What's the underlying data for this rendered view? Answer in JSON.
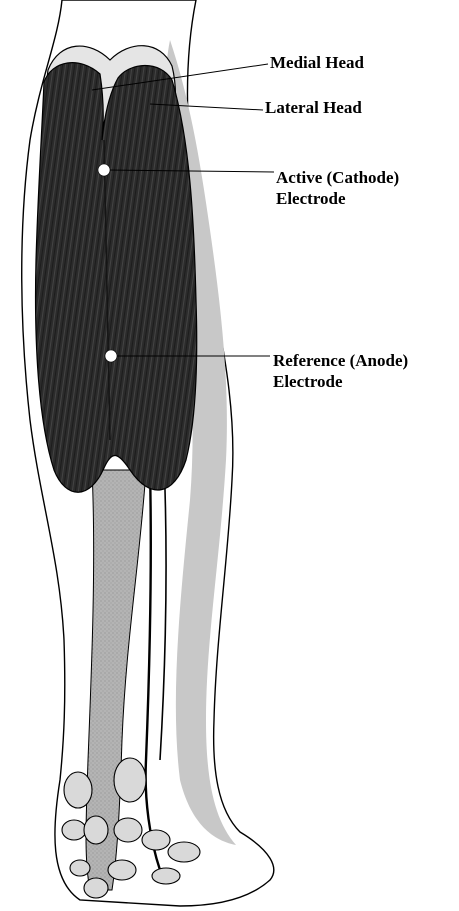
{
  "labels": {
    "medial_head": "Medial Head",
    "lateral_head": "Lateral Head",
    "active_line1": "Active (Cathode)",
    "active_line2": "Electrode",
    "reference_line1": "Reference (Anode)",
    "reference_line2": "Electrode"
  },
  "colors": {
    "muscle": "#2b2b2b",
    "tendon": "#a9a9a9",
    "skin_shadow": "#c8c8c8",
    "outline": "#000000",
    "electrode": "#ffffff",
    "background": "#ffffff"
  }
}
